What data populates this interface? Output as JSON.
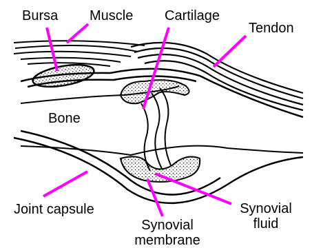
{
  "labels": {
    "bursa": "Bursa",
    "muscle": "Muscle",
    "cartilage": "Cartilage",
    "tendon": "Tendon",
    "bone": "Bone",
    "joint_capsule": "Joint capsule",
    "synovial_fluid_line1": "Synovial",
    "synovial_fluid_line2": "fluid",
    "synovial_membrane_line1": "Synovial",
    "synovial_membrane_line2": "membrane"
  },
  "colors": {
    "pointer": "#ff00ff",
    "outline": "#000000",
    "background": "#ffffff"
  }
}
